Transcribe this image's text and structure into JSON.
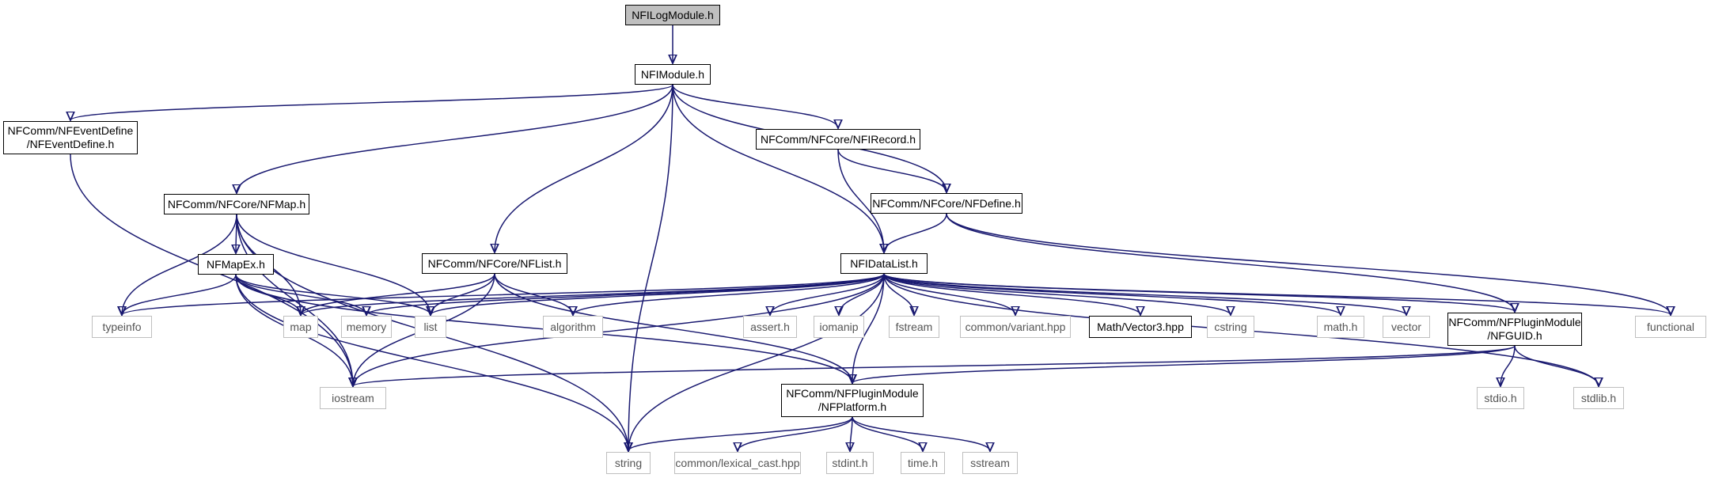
{
  "diagram": {
    "colors": {
      "edge": "#191970",
      "root_fill": "#bfbfbf",
      "doc_border": "#000000",
      "system_border": "#bfbfbf",
      "system_text": "#555555"
    },
    "nodes": [
      {
        "id": "nflogmodule",
        "lines": [
          "NFILogModule.h"
        ],
        "kind": "root"
      },
      {
        "id": "nfimodule",
        "lines": [
          "NFIModule.h"
        ],
        "kind": "doc"
      },
      {
        "id": "nfeventdefine",
        "lines": [
          "NFComm/NFEventDefine",
          "/NFEventDefine.h"
        ],
        "kind": "doc"
      },
      {
        "id": "nfirecord",
        "lines": [
          "NFComm/NFCore/NFIRecord.h"
        ],
        "kind": "doc"
      },
      {
        "id": "nfmap",
        "lines": [
          "NFComm/NFCore/NFMap.h"
        ],
        "kind": "doc"
      },
      {
        "id": "nfdefine",
        "lines": [
          "NFComm/NFCore/NFDefine.h"
        ],
        "kind": "doc"
      },
      {
        "id": "nfmapex",
        "lines": [
          "NFMapEx.h"
        ],
        "kind": "doc"
      },
      {
        "id": "nflist",
        "lines": [
          "NFComm/NFCore/NFList.h"
        ],
        "kind": "doc"
      },
      {
        "id": "nfidatalist",
        "lines": [
          "NFIDataList.h"
        ],
        "kind": "doc"
      },
      {
        "id": "typeinfo",
        "lines": [
          "typeinfo"
        ],
        "kind": "sys"
      },
      {
        "id": "map",
        "lines": [
          "map"
        ],
        "kind": "sys"
      },
      {
        "id": "memory",
        "lines": [
          "memory"
        ],
        "kind": "sys"
      },
      {
        "id": "list",
        "lines": [
          "list"
        ],
        "kind": "sys"
      },
      {
        "id": "algorithm",
        "lines": [
          "algorithm"
        ],
        "kind": "sys"
      },
      {
        "id": "assert",
        "lines": [
          "assert.h"
        ],
        "kind": "sys"
      },
      {
        "id": "iomanip",
        "lines": [
          "iomanip"
        ],
        "kind": "sys"
      },
      {
        "id": "fstream",
        "lines": [
          "fstream"
        ],
        "kind": "sys"
      },
      {
        "id": "variant",
        "lines": [
          "common/variant.hpp"
        ],
        "kind": "sys"
      },
      {
        "id": "vector3",
        "lines": [
          "Math/Vector3.hpp"
        ],
        "kind": "doc"
      },
      {
        "id": "cstring",
        "lines": [
          "cstring"
        ],
        "kind": "sys"
      },
      {
        "id": "mathh",
        "lines": [
          "math.h"
        ],
        "kind": "sys"
      },
      {
        "id": "vector",
        "lines": [
          "vector"
        ],
        "kind": "sys"
      },
      {
        "id": "nfguid",
        "lines": [
          "NFComm/NFPluginModule",
          "/NFGUID.h"
        ],
        "kind": "doc"
      },
      {
        "id": "functional",
        "lines": [
          "functional"
        ],
        "kind": "sys"
      },
      {
        "id": "iostream",
        "lines": [
          "iostream"
        ],
        "kind": "sys"
      },
      {
        "id": "nfplatform",
        "lines": [
          "NFComm/NFPluginModule",
          "/NFPlatform.h"
        ],
        "kind": "doc"
      },
      {
        "id": "stdio",
        "lines": [
          "stdio.h"
        ],
        "kind": "sys"
      },
      {
        "id": "stdlib",
        "lines": [
          "stdlib.h"
        ],
        "kind": "sys"
      },
      {
        "id": "string",
        "lines": [
          "string"
        ],
        "kind": "sys"
      },
      {
        "id": "lexical_cast",
        "lines": [
          "common/lexical_cast.hpp"
        ],
        "kind": "sys"
      },
      {
        "id": "stdint",
        "lines": [
          "stdint.h"
        ],
        "kind": "sys"
      },
      {
        "id": "timeh",
        "lines": [
          "time.h"
        ],
        "kind": "sys"
      },
      {
        "id": "sstream",
        "lines": [
          "sstream"
        ],
        "kind": "sys"
      }
    ],
    "edges": [
      [
        "nflogmodule",
        "nfimodule"
      ],
      [
        "nfimodule",
        "nfeventdefine"
      ],
      [
        "nfimodule",
        "nfirecord"
      ],
      [
        "nfimodule",
        "nfmap"
      ],
      [
        "nfimodule",
        "nfdefine"
      ],
      [
        "nfimodule",
        "nflist"
      ],
      [
        "nfimodule",
        "nfidatalist"
      ],
      [
        "nfimodule",
        "string"
      ],
      [
        "nfeventdefine",
        "iostream"
      ],
      [
        "nfirecord",
        "nfdefine"
      ],
      [
        "nfirecord",
        "nfidatalist"
      ],
      [
        "nfdefine",
        "nfidatalist"
      ],
      [
        "nfdefine",
        "nfguid"
      ],
      [
        "nfdefine",
        "functional"
      ],
      [
        "nfmap",
        "nfmapex"
      ],
      [
        "nfmap",
        "typeinfo"
      ],
      [
        "nfmap",
        "map"
      ],
      [
        "nfmap",
        "list"
      ],
      [
        "nfmap",
        "iostream"
      ],
      [
        "nfmap",
        "string"
      ],
      [
        "nfmapex",
        "typeinfo"
      ],
      [
        "nfmapex",
        "map"
      ],
      [
        "nfmapex",
        "memory"
      ],
      [
        "nfmapex",
        "list"
      ],
      [
        "nfmapex",
        "iostream"
      ],
      [
        "nfmapex",
        "nfplatform"
      ],
      [
        "nfmapex",
        "string"
      ],
      [
        "nflist",
        "map"
      ],
      [
        "nflist",
        "list"
      ],
      [
        "nflist",
        "algorithm"
      ],
      [
        "nflist",
        "iostream"
      ],
      [
        "nflist",
        "nfplatform"
      ],
      [
        "nfidatalist",
        "typeinfo"
      ],
      [
        "nfidatalist",
        "map"
      ],
      [
        "nfidatalist",
        "memory"
      ],
      [
        "nfidatalist",
        "list"
      ],
      [
        "nfidatalist",
        "algorithm"
      ],
      [
        "nfidatalist",
        "assert"
      ],
      [
        "nfidatalist",
        "iomanip"
      ],
      [
        "nfidatalist",
        "fstream"
      ],
      [
        "nfidatalist",
        "variant"
      ],
      [
        "nfidatalist",
        "vector3"
      ],
      [
        "nfidatalist",
        "cstring"
      ],
      [
        "nfidatalist",
        "mathh"
      ],
      [
        "nfidatalist",
        "vector"
      ],
      [
        "nfidatalist",
        "nfguid"
      ],
      [
        "nfidatalist",
        "functional"
      ],
      [
        "nfidatalist",
        "stdlib"
      ],
      [
        "nfidatalist",
        "iostream"
      ],
      [
        "nfidatalist",
        "nfplatform"
      ],
      [
        "nfidatalist",
        "string"
      ],
      [
        "nfguid",
        "nfplatform"
      ],
      [
        "nfguid",
        "stdio"
      ],
      [
        "nfguid",
        "stdlib"
      ],
      [
        "nfguid",
        "iostream"
      ],
      [
        "nfplatform",
        "string"
      ],
      [
        "nfplatform",
        "lexical_cast"
      ],
      [
        "nfplatform",
        "stdint"
      ],
      [
        "nfplatform",
        "timeh"
      ],
      [
        "nfplatform",
        "sstream"
      ]
    ]
  }
}
